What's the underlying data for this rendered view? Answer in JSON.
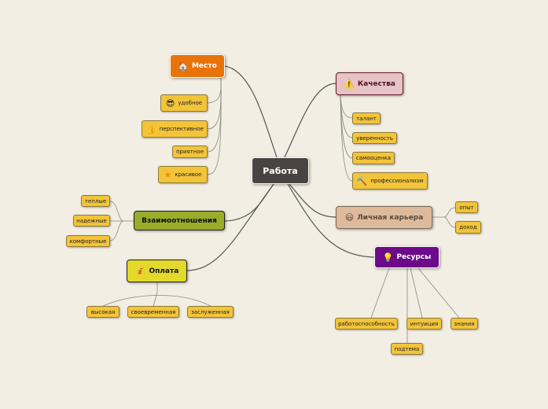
{
  "center": {
    "label": "Работа",
    "color": "#4a4343"
  },
  "topics": {
    "place": {
      "label": "Место",
      "icon": "house-icon",
      "color": "#e8730a",
      "children": [
        "удобное",
        "перспективное",
        "приятное",
        "красивое"
      ]
    },
    "qualities": {
      "label": "Качества",
      "icon": "warning-icon",
      "color": "#e5c3c6",
      "children": [
        "талант",
        "уверенность",
        "самооценка",
        "профессионализм"
      ]
    },
    "career": {
      "label": "Личная карьера",
      "icon": "smiley-icon",
      "color": "#deba9c",
      "children": [
        "опыт",
        "доход"
      ]
    },
    "resources": {
      "label": "Ресурсы",
      "icon": "lightbulb-icon",
      "color": "#6d0a8a",
      "children": [
        "работоспособность",
        "интуиция",
        "знания",
        "подтема"
      ]
    },
    "relations": {
      "label": "Взаимоотношения",
      "color": "#9aad2a",
      "children": [
        "теплые",
        "надежные",
        "комфортные"
      ]
    },
    "payment": {
      "label": "Оплата",
      "icon": "money-bag-icon",
      "color": "#e3d92a",
      "children": [
        "высокая",
        "своевременная",
        "заслуженная"
      ]
    }
  }
}
